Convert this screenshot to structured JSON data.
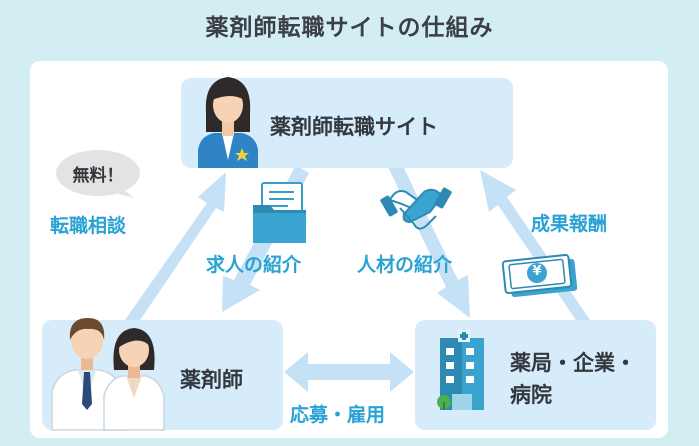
{
  "title": "薬剤師転職サイトの仕組み",
  "nodes": {
    "site": "薬剤師転職サイト",
    "pharmacist": "薬剤師",
    "employer_line1": "薬局・企業・",
    "employer_line2": "病院"
  },
  "bubble": "無料！",
  "labels": {
    "consultation": "転職相談",
    "job_intro": "求人の紹介",
    "talent_intro": "人材の紹介",
    "fee": "成果報酬",
    "apply_hire": "応募・雇用"
  },
  "money_symbol": "¥",
  "icons": [
    "woman-avatar-icon",
    "document-folder-icon",
    "handshake-icon",
    "money-icon",
    "man-avatar-icon",
    "woman-pharmacist-icon",
    "building-icon"
  ],
  "colors": {
    "background": "#d3eef2",
    "panel": "#ffffff",
    "box": "#d6ecfb",
    "arrow": "#c4e1f6",
    "accent_text": "#29a2d5",
    "dark_text": "#33383f"
  }
}
